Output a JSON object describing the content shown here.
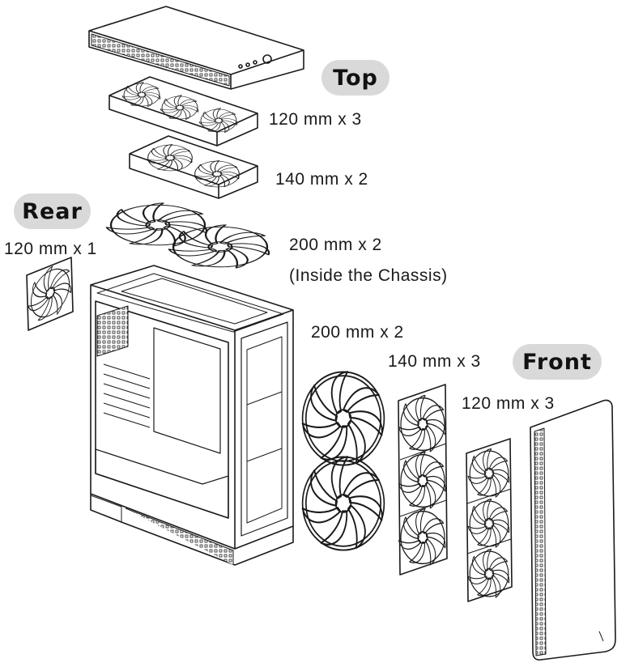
{
  "sections": {
    "top": {
      "badge": "Top",
      "fans": [
        {
          "label": "120 mm x 3"
        },
        {
          "label": "140 mm x 2"
        }
      ]
    },
    "rear": {
      "badge": "Rear",
      "fans": [
        {
          "label": "120 mm x 1"
        }
      ]
    },
    "interior": {
      "fans": [
        {
          "label": "200 mm x 2",
          "note": "(Inside the Chassis)"
        }
      ]
    },
    "front": {
      "badge": "Front",
      "fans": [
        {
          "label": "200 mm x 2"
        },
        {
          "label": "140 mm x 3"
        },
        {
          "label": "120 mm x 3"
        }
      ]
    }
  },
  "colors": {
    "line": "#1a1a1a",
    "badge_bg": "#d9d9d9",
    "background": "#ffffff"
  }
}
